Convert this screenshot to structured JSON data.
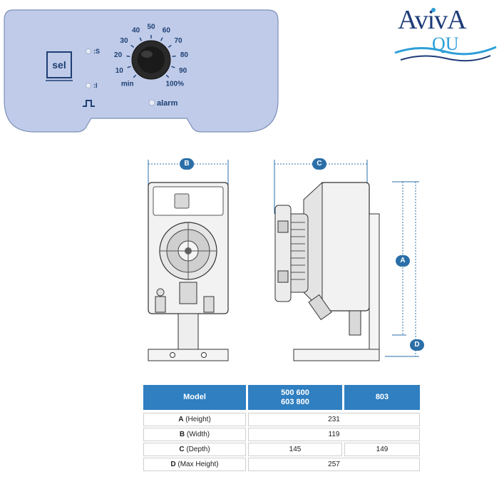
{
  "panel": {
    "sel_label": "sel",
    "s_label": ":S",
    "i_label": ":I",
    "alarm_label": "alarm",
    "dial_ticks": [
      "min",
      "10",
      "20",
      "30",
      "40",
      "50",
      "60",
      "70",
      "80",
      "90",
      "100%"
    ],
    "colors": {
      "panel_fill": "#bfcbe8",
      "panel_stroke": "#7c8fb9",
      "text": "#1e3f74"
    }
  },
  "logo": {
    "part1": "AvivA",
    "part2": "QU",
    "colors": {
      "dark": "#1d3c78",
      "light": "#2e9fd8"
    }
  },
  "dimensions": {
    "a": "A",
    "b": "B",
    "c": "C",
    "d": "D",
    "line_color": "#2b6fa8"
  },
  "table": {
    "headers": [
      "Model",
      "500 600\n603 800",
      "803"
    ],
    "rows": [
      {
        "label": "A",
        "desc": "(Height)",
        "value": "231"
      },
      {
        "label": "B",
        "desc": "(Width)",
        "value": "119"
      },
      {
        "label": "C",
        "desc": "(Depth)",
        "value_a": "145",
        "value_b": "149"
      },
      {
        "label": "D",
        "desc": "(Max Height)",
        "value": "257"
      }
    ],
    "colors": {
      "header": "#2f7fc1",
      "border": "#cfcfcf"
    }
  }
}
